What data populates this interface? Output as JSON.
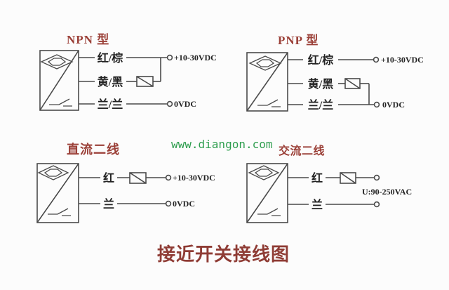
{
  "page": {
    "background": "#fcfcfc",
    "watermark": "www.diangon.com",
    "footer_title": "接近开关接线图"
  },
  "colors": {
    "section_title": "#9b4038",
    "footer_title": "#8f3c35",
    "watermark": "#2f9e4f",
    "line": "#4a4a4a",
    "label": "#222222"
  },
  "symbols": {
    "sensor": "proximity-sensor-box",
    "load": "load-resistor-box",
    "terminal": "terminal-circle"
  },
  "diagrams": {
    "npn": {
      "title": "NPN 型",
      "wire1_label": "红/棕",
      "wire1_terminal": "+10-30VDC",
      "wire2_label": "黄/黑",
      "wire3_label": "兰/兰",
      "wire3_terminal": "0VDC"
    },
    "pnp": {
      "title": "PNP 型",
      "wire1_label": "红/棕",
      "wire1_terminal": "+10-30VDC",
      "wire2_label": "黄/黑",
      "wire3_label": "兰/兰",
      "wire3_terminal": "0VDC"
    },
    "dc_two_wire": {
      "title": "直流二线",
      "wire1_label": "红",
      "wire1_terminal": "+10-30VDC",
      "wire2_label": "兰",
      "wire2_terminal": "0VDC"
    },
    "ac_two_wire": {
      "title": "交流二线",
      "wire1_label": "红",
      "voltage_label": "U:90-250VAC",
      "wire2_label": "兰"
    }
  }
}
